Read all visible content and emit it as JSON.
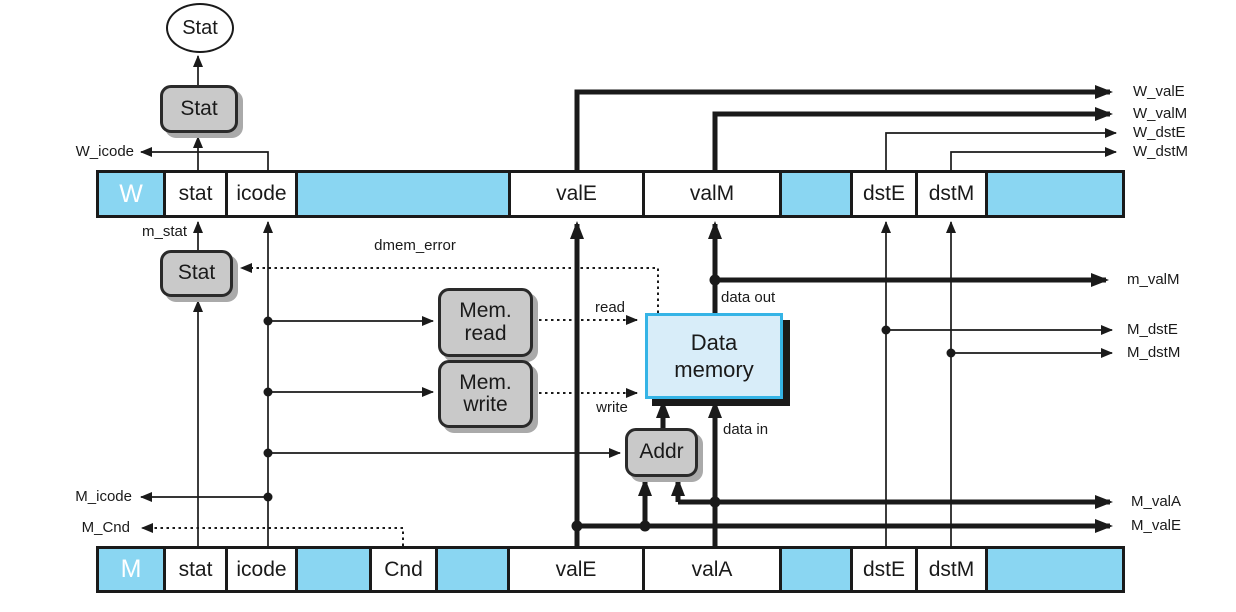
{
  "colors": {
    "cell_blue": "#8ad6f2",
    "unit_gray": "#c9c9c9",
    "memory_fill": "#d8edf9",
    "memory_border": "#35b4e6",
    "line": "#1a1a1a"
  },
  "units": {
    "stat_oval": "Stat",
    "stat_top": "Stat",
    "stat_mid": "Stat",
    "mem_read": {
      "line1": "Mem.",
      "line2": "read"
    },
    "mem_write": {
      "line1": "Mem.",
      "line2": "write"
    },
    "addr": "Addr",
    "data_memory": {
      "line1": "Data",
      "line2": "memory"
    }
  },
  "w_register": {
    "tag": "W",
    "cells": {
      "stat": "stat",
      "icode": "icode",
      "valE": "valE",
      "valM": "valM",
      "dstE": "dstE",
      "dstM": "dstM"
    }
  },
  "m_register": {
    "tag": "M",
    "cells": {
      "stat": "stat",
      "icode": "icode",
      "cnd": "Cnd",
      "valE": "valE",
      "valA": "valA",
      "dstE": "dstE",
      "dstM": "dstM"
    }
  },
  "signals": {
    "w_valE": "W_valE",
    "w_valM": "W_valM",
    "w_dstE": "W_dstE",
    "w_dstM": "W_dstM",
    "m_valM": "m_valM",
    "m_dstE": "M_dstE",
    "m_dstM": "M_dstM",
    "m_valA": "M_valA",
    "m_valE": "M_valE",
    "w_icode": "W_icode",
    "m_stat": "m_stat",
    "m_icode": "M_icode",
    "m_cnd": "M_Cnd"
  },
  "wire_labels": {
    "dmem_error": "dmem_error",
    "read": "read",
    "write": "write",
    "data_out": "data out",
    "data_in": "data in"
  }
}
